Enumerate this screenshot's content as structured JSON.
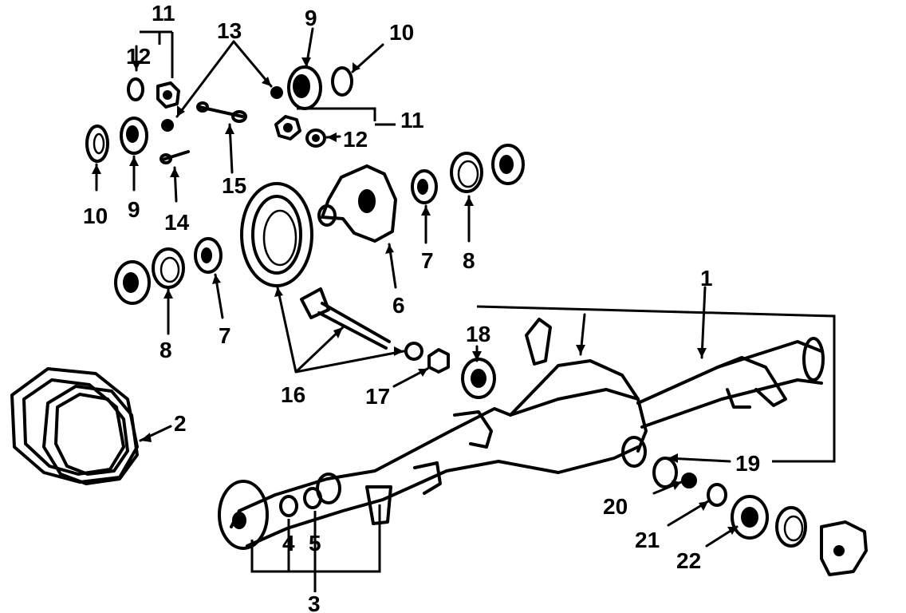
{
  "callouts": {
    "c1": "1",
    "c2": "2",
    "c3": "3",
    "c4": "4",
    "c5": "5",
    "c6": "6",
    "c7a": "7",
    "c7b": "7",
    "c8a": "8",
    "c8b": "8",
    "c9a": "9",
    "c9b": "9",
    "c10a": "10",
    "c10b": "10",
    "c11a": "11",
    "c11b": "11",
    "c12a": "12",
    "c12b": "12",
    "c13": "13",
    "c14": "14",
    "c15": "15",
    "c16": "16",
    "c17": "17",
    "c18": "18",
    "c19": "19",
    "c20": "20",
    "c21": "21",
    "c22": "22"
  },
  "colors": {
    "ink": "#000000",
    "paper": "#ffffff"
  }
}
